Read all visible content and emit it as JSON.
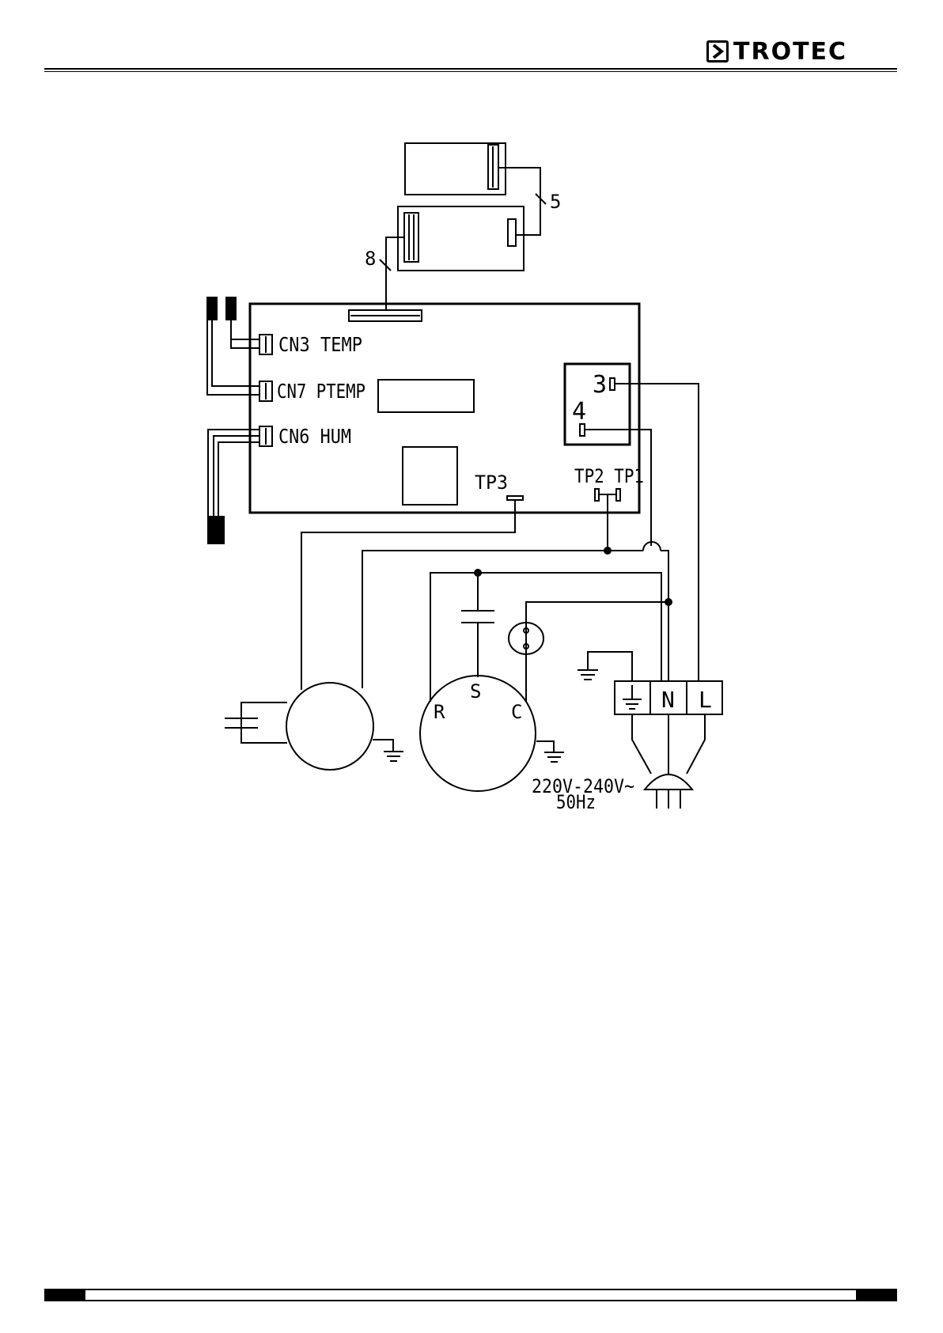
{
  "header": {
    "brand": "TROTEC",
    "logo_icon": "chevron-right-icon"
  },
  "diagram": {
    "connectors": {
      "cn3": "CN3  TEMP",
      "cn7": "CN7 PTEMP",
      "cn6": "CN6  HUM"
    },
    "bus_counts": {
      "upper": "5",
      "lower": "8"
    },
    "relay_pins": {
      "pin3": "3",
      "pin4": "4"
    },
    "test_points": {
      "tp3": "TP3",
      "tp2_tp1": "TP2 TP1"
    },
    "compressor_terminals": {
      "r": "R",
      "s": "S",
      "c": "C"
    },
    "terminal_block": {
      "neutral": "N",
      "live": "L"
    },
    "supply": {
      "voltage": "220V-240V~",
      "frequency": "50Hz"
    }
  }
}
